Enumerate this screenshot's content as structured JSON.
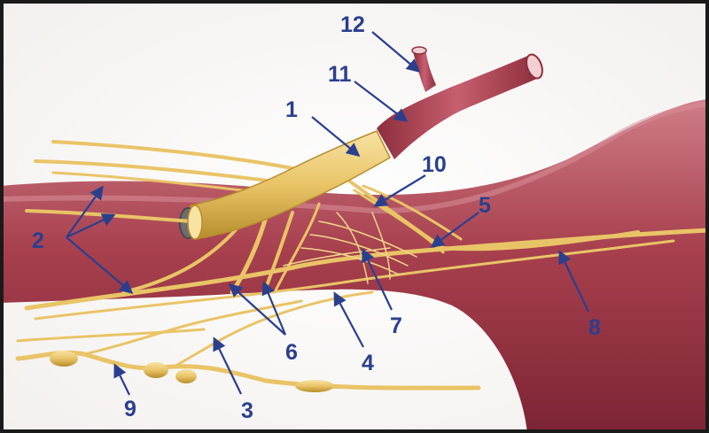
{
  "labels": [
    {
      "id": "l1",
      "text": "1"
    },
    {
      "id": "l2",
      "text": "2"
    },
    {
      "id": "l3",
      "text": "3"
    },
    {
      "id": "l4",
      "text": "4"
    },
    {
      "id": "l5",
      "text": "5"
    },
    {
      "id": "l6",
      "text": "6"
    },
    {
      "id": "l7",
      "text": "7"
    },
    {
      "id": "l8",
      "text": "8"
    },
    {
      "id": "l9",
      "text": "9"
    },
    {
      "id": "l10",
      "text": "10"
    },
    {
      "id": "l11",
      "text": "11"
    },
    {
      "id": "l12",
      "text": "12"
    }
  ],
  "colors": {
    "border": "#1a1a1a",
    "background": "#ffffff",
    "vessel": "#a8404e",
    "vessel_dark": "#7c2434",
    "vessel_light": "#cf7d88",
    "nerve": "#e9c467",
    "nerve_dark": "#b78d2c",
    "nerve_light": "#f7e3a4",
    "label": "#2b3f8c",
    "arrow": "#2b3f8c"
  }
}
